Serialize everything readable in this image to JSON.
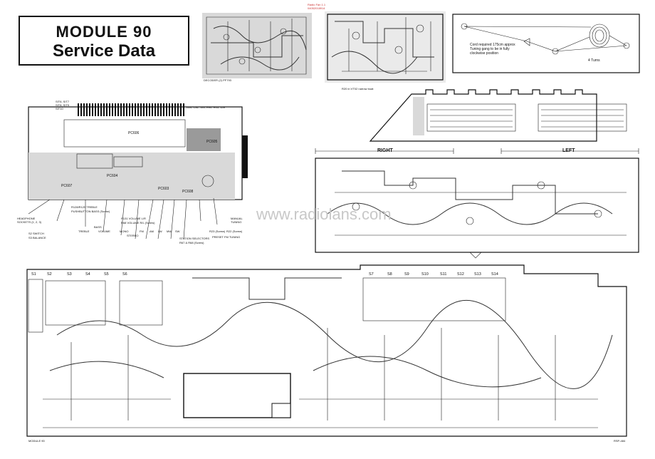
{
  "header": {
    "title_line1": "MODULE 90",
    "title_line2": "Service Data"
  },
  "top_stamp": [
    "Radio Fan 1.1",
    "04052018914"
  ],
  "decoder": {
    "label": "DECODER (2) PF793"
  },
  "rf_board": {
    "caption": "R20 in VT02 narrow boat"
  },
  "dial_cord": {
    "note1": "Cord required 175cm approx",
    "note2": "Tuning gang to be in fully",
    "note3": "clockwise position",
    "turns": "4 Turns"
  },
  "left_panel": {
    "top_labels": [
      "SIT6, SIT7",
      "SIT8, SIT9",
      "SIT10",
      "D26, C81, 140, R90, R45, 12E"
    ],
    "boards": [
      "PC606",
      "PC605",
      "PC604",
      "PC603",
      "PC607",
      "PC608"
    ],
    "bottom_labels": [
      "HEADPHONE SOCKETS (1, 2, 3)",
      "S2 SWITCH",
      "S3 BALANCE",
      "R128/R129 TREBLE",
      "PUSHBUTTON BASS (Screw)",
      "R131 VOLUME L/R",
      "R68 VOLUME R/L (Screw)",
      "TREBLE",
      "BASS",
      "VOLUME",
      "MONO",
      "STEREO",
      "FM",
      "AM",
      "LW",
      "MW",
      "SW",
      "STATION SELECTORS",
      "R67 & R68 (Screw)",
      "R23 (Screw)",
      "R22 (Screw)",
      "PRESET FM TUNING",
      "MANUAL TUNING"
    ]
  },
  "amp_board": {
    "right_label": "RIGHT",
    "left_label": "LEFT"
  },
  "main_board": {
    "switch_labels": [
      "S1",
      "S2",
      "S3",
      "S4",
      "S5",
      "S6",
      "S7",
      "S8",
      "S9",
      "S10",
      "S11",
      "S12",
      "S13",
      "S14"
    ],
    "bottom_left": "MODULE 90",
    "bottom_right": "RSP-484"
  },
  "watermark": "www.radiolans.com"
}
